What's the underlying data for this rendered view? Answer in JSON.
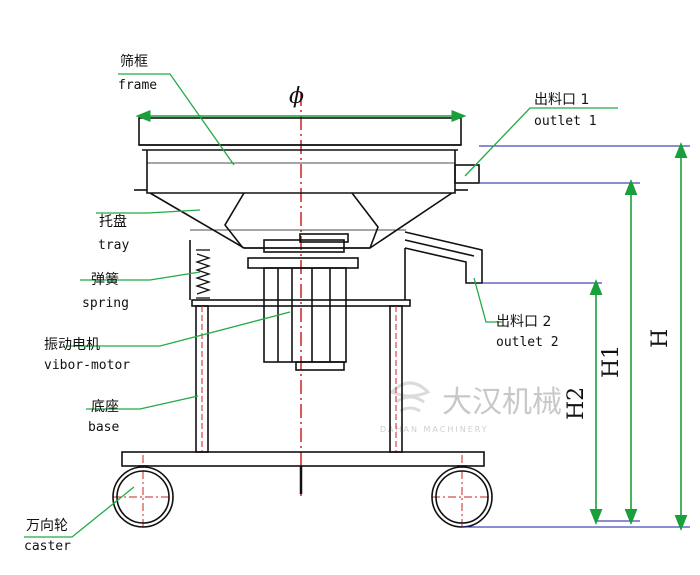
{
  "colors": {
    "outline": "#111111",
    "leader": "#22aa44",
    "dimension": "#1aa03a",
    "dimension_top": "#1a1aa0",
    "centerline": "#cc2222",
    "watermark": "#c8c8c8"
  },
  "labels": {
    "frame_cn": "筛框",
    "frame_en": "frame",
    "tray_cn": "托盘",
    "tray_en": "tray",
    "spring_cn": "弹簧",
    "spring_en": "spring",
    "motor_cn": "振动电机",
    "motor_en": "vibor-motor",
    "base_cn": "底座",
    "base_en": "base",
    "caster_cn": "万向轮",
    "caster_en": "caster",
    "outlet1_cn": "出料口 1",
    "outlet1_en": "outlet 1",
    "outlet2_cn": "出料口 2",
    "outlet2_en": "outlet 2"
  },
  "dimensions": {
    "diameter": "ϕ",
    "h": "H",
    "h1": "H1",
    "h2": "H2"
  },
  "watermark": {
    "brand_cn": "大汉机械",
    "brand_en": "DAHAN MACHINERY"
  }
}
